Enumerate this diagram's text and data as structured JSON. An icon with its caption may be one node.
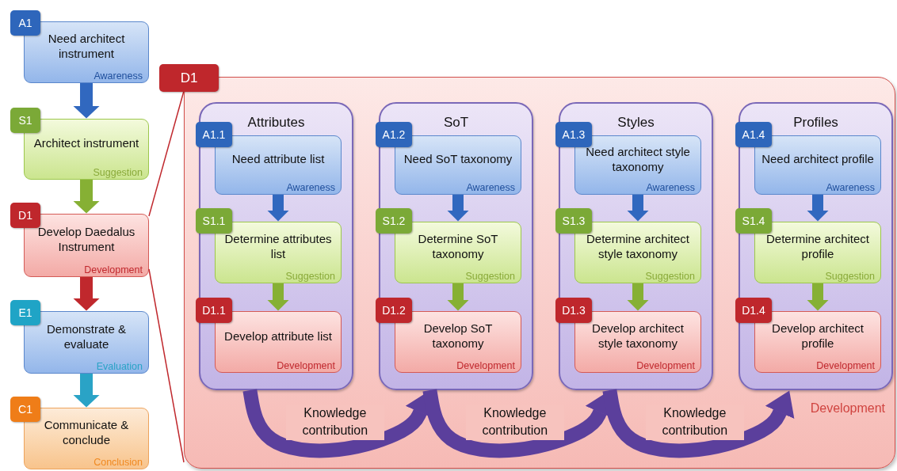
{
  "diagram": {
    "nodes": [
      {
        "text": [
          "A1",
          "Need architect instrument",
          "Awareness"
        ]
      },
      {
        "text": [
          "S1",
          "Architect instrument",
          "Suggestion"
        ]
      },
      {
        "text": [
          "D1",
          "Develop Daedalus Instrument",
          "Development"
        ]
      },
      {
        "text": [
          "E1",
          "Demonstrate & evaluate",
          "Evaluation"
        ]
      },
      {
        "text": [
          "C1",
          "Communicate & conclude",
          "Conclusion"
        ]
      },
      {
        "text": [
          "D1",
          "Development"
        ]
      },
      {
        "text": [
          "Attributes"
        ],
        "in": 5
      },
      {
        "text": [
          "A1.1",
          "Need attribute list",
          "Awareness"
        ],
        "in": 6
      },
      {
        "text": [
          "S1.1",
          "Determine attributes list",
          "Suggestion"
        ],
        "in": 6
      },
      {
        "text": [
          "D1.1",
          "Develop attribute list",
          "Development"
        ],
        "in": 6
      },
      {
        "text": [
          "SoT"
        ],
        "in": 5
      },
      {
        "text": [
          "A1.2",
          "Need SoT taxonomy",
          "Awareness"
        ],
        "in": 10
      },
      {
        "text": [
          "S1.2",
          "Determine SoT taxonomy",
          "Suggestion"
        ],
        "in": 10
      },
      {
        "text": [
          "D1.2",
          "Develop SoT taxonomy",
          "Development"
        ],
        "in": 10
      },
      {
        "text": [
          "Styles"
        ],
        "in": 5
      },
      {
        "text": [
          "A1.3",
          "Need architect style taxonomy",
          "Awareness"
        ],
        "in": 14
      },
      {
        "text": [
          "S1.3",
          "Determine architect style taxonomy",
          "Suggestion"
        ],
        "in": 14
      },
      {
        "text": [
          "D1.3",
          "Develop architect style taxonomy",
          "Development"
        ],
        "in": 14
      },
      {
        "text": [
          "Profiles"
        ],
        "in": 5
      },
      {
        "text": [
          "A1.4",
          "Need architect profile",
          "Awareness"
        ],
        "in": 18
      },
      {
        "text": [
          "S1.4",
          "Determine architect profile",
          "Suggestion"
        ],
        "in": 18
      },
      {
        "text": [
          "D1.4",
          "Develop architect profile",
          "Development"
        ],
        "in": 18
      }
    ],
    "edges": [
      {
        "from": 0,
        "to": 1,
        "arrow": "to",
        "color": "#3168bf"
      },
      {
        "from": 1,
        "to": 2,
        "arrow": "to",
        "color": "#86b034"
      },
      {
        "from": 2,
        "to": 3,
        "arrow": "to",
        "color": "#c0282d"
      },
      {
        "from": 3,
        "to": 4,
        "arrow": "to",
        "color": "#2aa3c6"
      },
      {
        "from": 2,
        "to": 5,
        "arrow": "none",
        "color": "#c0282d"
      },
      {
        "from": 2,
        "to": 5,
        "arrow": "none",
        "color": "#c0282d"
      },
      {
        "from": 7,
        "to": 8,
        "arrow": "to",
        "color": "#3168bf"
      },
      {
        "from": 8,
        "to": 9,
        "arrow": "to",
        "color": "#86b034"
      },
      {
        "from": 11,
        "to": 12,
        "arrow": "to",
        "color": "#3168bf"
      },
      {
        "from": 12,
        "to": 13,
        "arrow": "to",
        "color": "#86b034"
      },
      {
        "from": 15,
        "to": 16,
        "arrow": "to",
        "color": "#3168bf"
      },
      {
        "from": 16,
        "to": 17,
        "arrow": "to",
        "color": "#86b034"
      },
      {
        "from": 19,
        "to": 20,
        "arrow": "to",
        "color": "#3168bf"
      },
      {
        "from": 20,
        "to": 21,
        "arrow": "to",
        "color": "#86b034"
      },
      {
        "from": 6,
        "to": 10,
        "arrow": "to",
        "label": "Knowledge contribution",
        "color": "#5b3f9c"
      },
      {
        "from": 10,
        "to": 14,
        "arrow": "to",
        "label": "Knowledge contribution",
        "color": "#5b3f9c"
      },
      {
        "from": 14,
        "to": 18,
        "arrow": "to",
        "label": "Knowledge contribution",
        "color": "#5b3f9c"
      }
    ]
  }
}
